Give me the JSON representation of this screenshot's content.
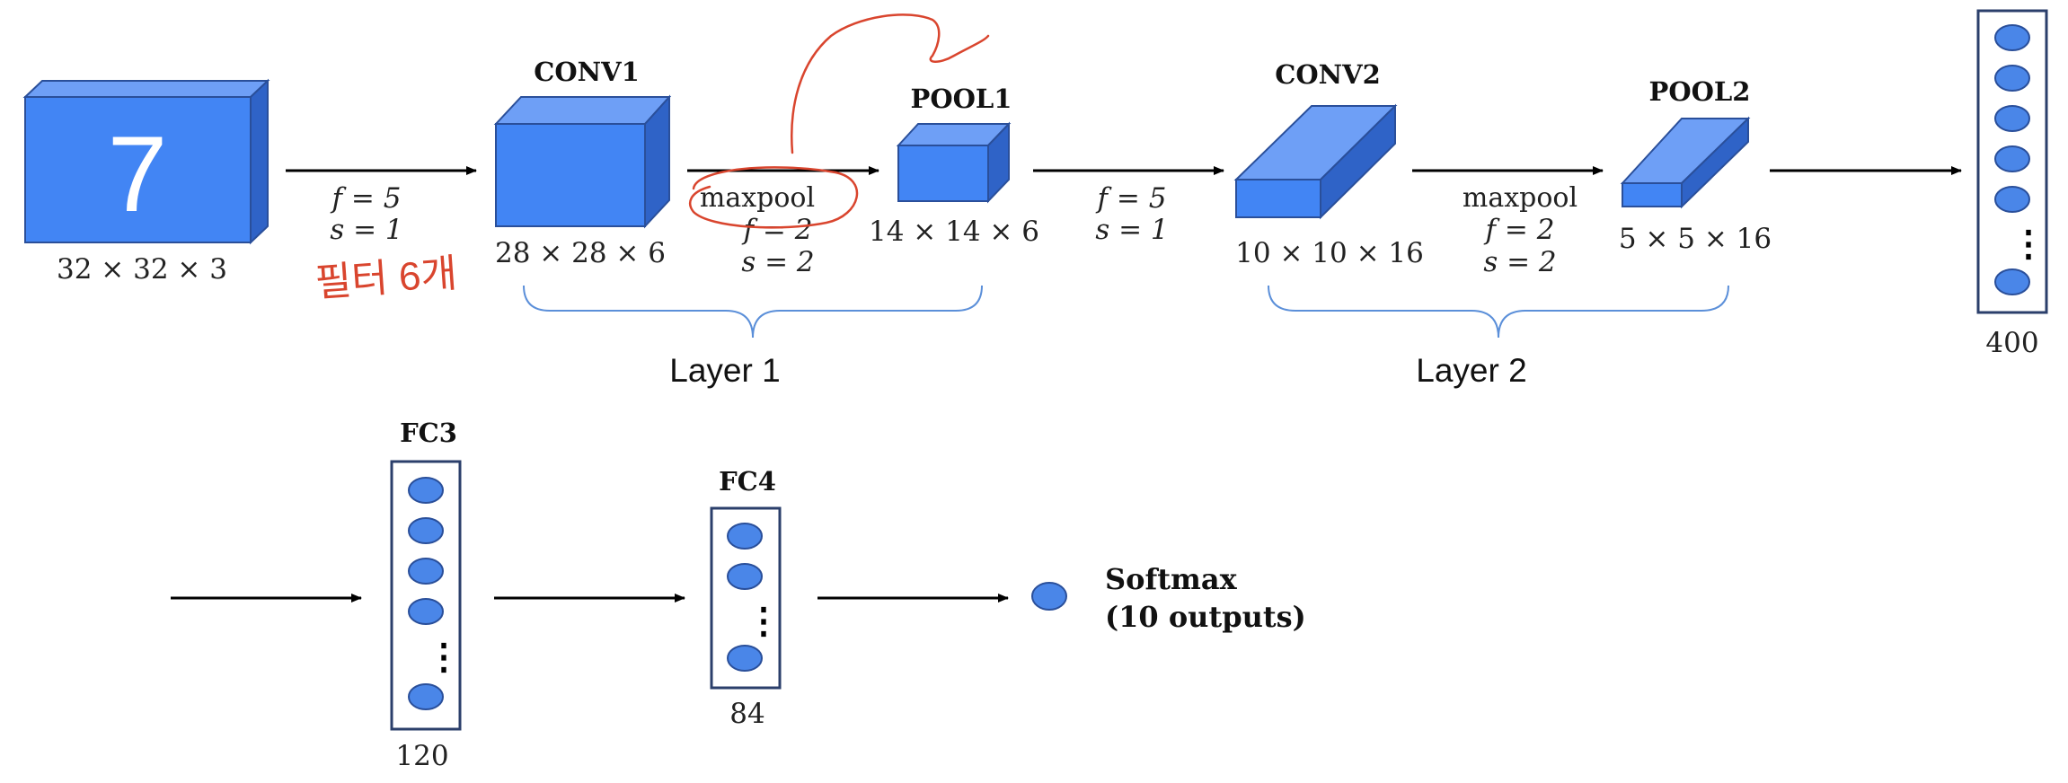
{
  "colors": {
    "block_front": "#4285f4",
    "block_top": "#6e9ff6",
    "block_side": "#2f63c7",
    "block_stroke": "#2a4f9a",
    "neuron_fill": "#4a86e8",
    "column_border": "#2b3f6b",
    "brace": "#5b8fd9",
    "annotation": "#d9452e",
    "arrow": "#000000"
  },
  "input": {
    "digit": "7",
    "dim": "32 × 32 × 3"
  },
  "conv1": {
    "title": "CONV1",
    "dim": "28 × 28 × 6"
  },
  "step1": {
    "f": "f = 5",
    "s": "s = 1"
  },
  "pool1": {
    "title": "POOL1",
    "dim": "14 × 14 × 6"
  },
  "step2": {
    "op": "maxpool",
    "f": "f = 2",
    "s": "s = 2"
  },
  "step3": {
    "f": "f = 5",
    "s": "s = 1"
  },
  "conv2": {
    "title": "CONV2",
    "dim": "10 × 10 × 16"
  },
  "step4": {
    "op": "maxpool",
    "f": "f = 2",
    "s": "s = 2"
  },
  "pool2": {
    "title": "POOL2",
    "dim": "5 × 5 × 16"
  },
  "layer1": {
    "label": "Layer 1"
  },
  "layer2": {
    "label": "Layer 2"
  },
  "flatten": {
    "size": "400",
    "dots": "⋮"
  },
  "fc3": {
    "title": "FC3",
    "size": "120",
    "dots": "⋮"
  },
  "fc4": {
    "title": "FC4",
    "size": "84",
    "dots": "⋮"
  },
  "softmax": {
    "title": "Softmax",
    "outputs": "(10 outputs)"
  },
  "annotation": {
    "text": "필터 6개"
  }
}
